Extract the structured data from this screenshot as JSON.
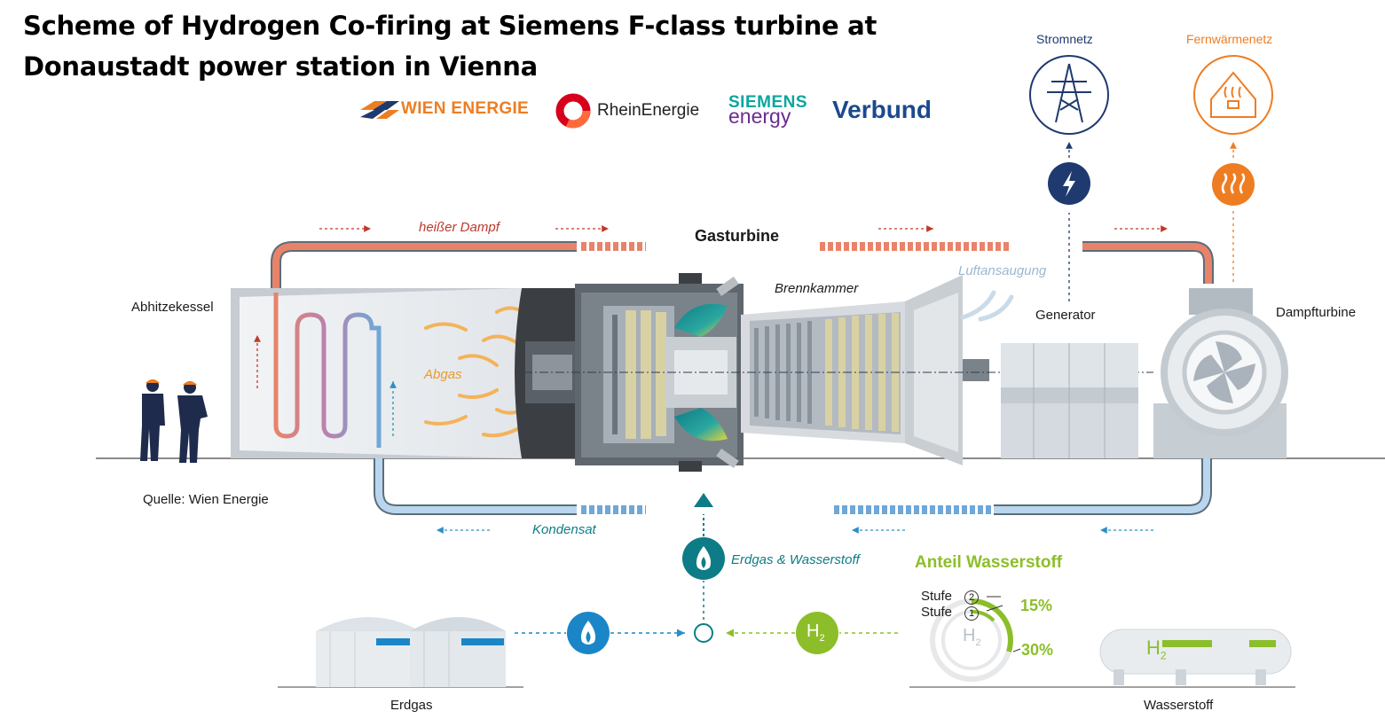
{
  "title": "Scheme of Hydrogen Co-firing at Siemens F-class turbine at Donaustadt power station in Vienna",
  "logos": {
    "wien_energie": "WIEN ENERGIE",
    "rheinenergie": "RheinEnergie",
    "siemens": "SIEMENS",
    "energy": "energy",
    "verbund": "Verbund"
  },
  "labels": {
    "stromnetz": "Stromnetz",
    "fernwaermenetz": "Fernwärmenetz",
    "heisser_dampf": "heißer Dampf",
    "gasturbine": "Gasturbine",
    "brennkammer": "Brennkammer",
    "luftansaugung": "Luftansaugung",
    "abhitzekessel": "Abhitzekessel",
    "abgas": "Abgas",
    "generator": "Generator",
    "dampfturbine": "Dampfturbine",
    "quelle": "Quelle: Wien Energie",
    "kondensat": "Kondensat",
    "erdgas_wasserstoff": "Erdgas & Wasserstoff",
    "anteil_wasserstoff": "Anteil Wasserstoff",
    "stufe2": "Stufe",
    "stufe1": "Stufe",
    "stufe2_num": "2",
    "stufe1_num": "1",
    "pct15": "15%",
    "pct30": "30%",
    "h2": "H",
    "h2_sub": "2",
    "erdgas": "Erdgas",
    "wasserstoff": "Wasserstoff"
  },
  "colors": {
    "steam": "#e8836a",
    "condensate": "#6fa8d6",
    "exhaust": "#f4b35a",
    "teal": "#0e7c86",
    "grid_blue": "#1f3a6e",
    "heat_orange": "#ee7d22",
    "hydrogen_green": "#8cbe2a",
    "gas_blue": "#1a86c8"
  },
  "hydrogen_share": {
    "stage1_percent": 15,
    "stage2_percent": 30
  }
}
